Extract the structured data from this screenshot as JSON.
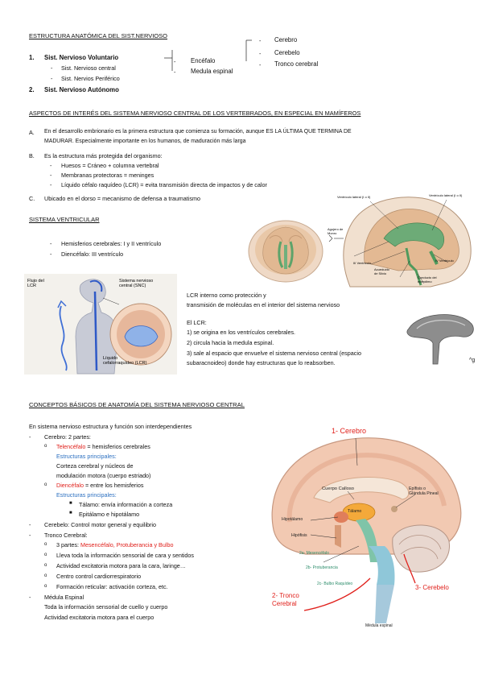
{
  "section1": {
    "title": "ESTRUCTURA ANATÓMICA DEL SIST.NERVIOSO",
    "item1": {
      "num": "1.",
      "label": "Sist. Nervioso Voluntario",
      "subs": [
        "Sist. Nervioso central",
        "Sist. Nervios Periférico"
      ]
    },
    "item2": {
      "num": "2.",
      "label": "Sist. Nervioso Autónomo"
    },
    "mid": [
      "Encéfalo",
      "Medula espinal"
    ],
    "right": [
      "Cerebro",
      "Cerebelo",
      "Tronco cerebral"
    ]
  },
  "section2": {
    "title": "ASPECTOS DE INTERÉS DEL SISTEMA NERVIOSO CENTRAL DE LOS VERTEBRADOS, EN ESPECIAL EN MAMÍFEROS",
    "A": {
      "letter": "A.",
      "line1": "En el desarrollo embrionario es la primera estructura que comienza su formación, aunque ES LA ÚLTIMA QUE TERMINA DE",
      "line2": "MADURAR. Especialmente importante en los humanos, de maduración más larga"
    },
    "B": {
      "letter": "B.",
      "line1": "Es la estructura más protegida del organismo:",
      "subs": [
        "Huesos = Cráneo + columna vertebral",
        "Membranas protectoras = meninges",
        "Líquido céfalo raquídeo (LCR) = evita transmisión directa de impactos y de calor"
      ]
    },
    "C": {
      "letter": "C.",
      "line1": "Ubicado en el dorso = mecanismo de defensa a traumatismo"
    }
  },
  "section3": {
    "title": "SISTEMA VENTRICULAR",
    "items": [
      "Hemisferios cerebrales: I y II ventrículo",
      "Diencéfalo: III ventrículo"
    ],
    "lcr_line1": "LCR interno como protección y",
    "lcr_line2": "transmisión de moléculas en el interior del sistema nervioso",
    "lcr_head": "El LCR:",
    "lcr_points": [
      "1) se origina en los ventrículos cerebrales.",
      "2) circula hacia la medula espinal.",
      "3) sale al espacio que envuelve el sistema nervioso central (espacio",
      "subaracnoideo) donde hay estructuras que lo reabsorben."
    ],
    "stray": "^g"
  },
  "fig_body": {
    "flujo": "Flujo del\nLCR",
    "snc": "Sistema nervioso\ncentral (SNC)",
    "lcr": "Líquido\ncefalorraquídeo (LCR)"
  },
  "fig_ventricles": {
    "vl1": "Ventrículo lateral (I o II)",
    "vl2": "Ventrículo lateral (I o II)",
    "agujero": "Agujero de\nMonro",
    "iii": "III Ventrículo",
    "iv": "IV Ventrículo",
    "acueducto": "Acueducto\nde Silvio",
    "conducto": "Conducto del\nepéndimo"
  },
  "section4": {
    "title": "CONCEPTOS BÁSICOS DE ANATOMÍA DEL SISTEMA NERVIOSO CENTRAL",
    "intro": "En sistema nervioso estructura y función son interdependientes",
    "cerebro": "Cerebro: 2 partes:",
    "telencefalo_name": "Telencéfalo",
    "telencefalo_rest": " = hemisferios cerebrales",
    "estructuras": "Estructuras principales:",
    "tel_lines": [
      "Corteza cerebral y núcleos de",
      "modulación motora (cuerpo estriado)"
    ],
    "diencefalo_name": "Diencéfalo",
    "diencefalo_rest": " = entre los hemisferios",
    "dien_subs": [
      "Tálamo: envía información a corteza",
      "Epitálamo e hipotálamo"
    ],
    "cerebelo": "Cerebelo: Control motor general y equilibrio",
    "tronco": "Tronco Cerebral:",
    "tronco_partes_pre": "3 partes: ",
    "tronco_partes_red": "Mesencéfalo, Protuberancia y Bulbo",
    "tronco_items": [
      "Lleva toda la información sensorial de cara y sentidos",
      "Actividad excitatoria motora para la cara, laringe…",
      "Centro control cardiorrespiratorio",
      "Formación reticular: activación corteza, etc."
    ],
    "medula": "Médula Espinal",
    "medula_lines": [
      "Toda la información sensorial de cuello y cuerpo",
      "Actividad excitatoria motora para el cuerpo"
    ]
  },
  "fig_brain": {
    "cerebro": "1- Cerebro",
    "cuerpo_calloso": "Cuerpo Calloso",
    "epifisis": "Epífisis o\nGlándula Pineal",
    "hipotalamo": "Hipotálamo",
    "talamo": "Tálamo",
    "hipofisis": "Hipófisis",
    "mesencefalo": "2a- Mesencéfalo",
    "protuberancia": "2b- Protuberancia",
    "bulbo": "2c- Bulbo Raquídeo",
    "tronco": "2- Tronco\nCerebral",
    "cerebelo": "3- Cerebelo",
    "medula": "Médula espinal"
  },
  "colors": {
    "red": "#e0201b",
    "blue": "#2b6fc0"
  }
}
